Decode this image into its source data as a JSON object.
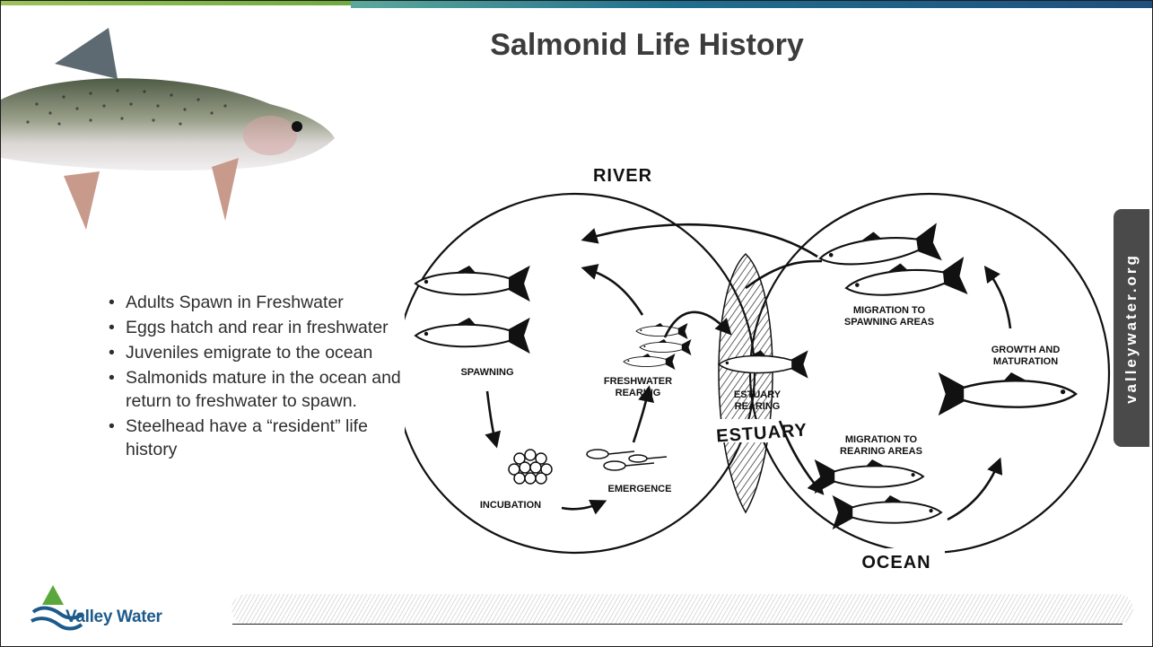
{
  "slide": {
    "title": "Salmonid Life History",
    "bullets": [
      "Adults Spawn in Freshwater",
      "Eggs hatch and rear in freshwater",
      "Juveniles emigrate to the ocean",
      "Salmonids mature in the ocean and return to freshwater to spawn.",
      "Steelhead have a “resident” life history"
    ],
    "side_tab": "valleywater.org",
    "logo_text": "Valley Water"
  },
  "diagram": {
    "regions": {
      "river": "RIVER",
      "ocean": "OCEAN",
      "estuary": "ESTUARY"
    },
    "stages": {
      "spawning": "SPAWNING",
      "incubation": "INCUBATION",
      "emergence": "EMERGENCE",
      "freshwater_rearing_1": "FRESHWATER",
      "freshwater_rearing_2": "REARING",
      "estuary_rearing_1": "ESTUARY",
      "estuary_rearing_2": "REARING",
      "migration_rearing_1": "MIGRATION TO",
      "migration_rearing_2": "REARING AREAS",
      "growth_1": "GROWTH AND",
      "growth_2": "MATURATION",
      "migration_spawning_1": "MIGRATION TO",
      "migration_spawning_2": "SPAWNING AREAS"
    }
  },
  "colors": {
    "title": "#3c3c3c",
    "tab": "#4a4a4a",
    "logo_blue": "#1d5a8c",
    "logo_green": "#5aa83c"
  }
}
